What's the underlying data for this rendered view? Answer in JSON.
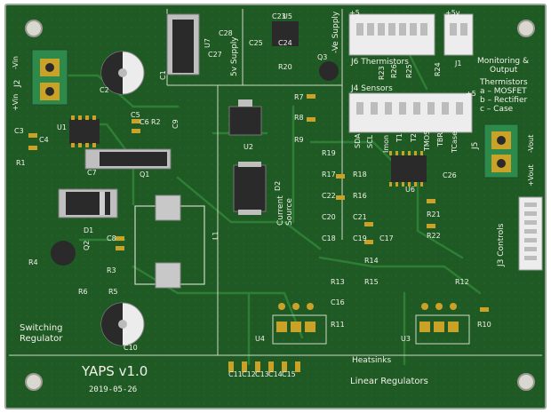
{
  "board": {
    "title": "YAPS v1.0",
    "date": "2019-05-26",
    "colors": {
      "pcb": "#1f5a24",
      "pcb_dark": "#184a1c",
      "silk": "#f2f2ea",
      "copper": "#c9a227",
      "edge": "#9aa89a",
      "background": "#ffffff"
    }
  },
  "sections": {
    "switching_regulator": "Switching\nRegulator",
    "linear_regulators": "Linear Regulators",
    "heatsinks": "Heatsinks",
    "current_source": "Current\nSource",
    "supply_5v": "5v Supply",
    "supply_neg": "-Ve Supply",
    "monitoring": "Monitoring &\nOutput\nThermistors\na – MOSFET\nb – Rectifier\nc – Case",
    "thermistors": "J6 Thermistors",
    "sensors": "J4 Sensors",
    "controls": "J3 Controls"
  },
  "connectors": {
    "j2": {
      "ref": "J2",
      "pin_pos": "+Vin",
      "pin_neg": "-Vin"
    },
    "j5": {
      "ref": "J5",
      "pin_pos": "+Vout",
      "pin_neg": "-Vout"
    },
    "j1": {
      "ref": "J1",
      "pin_label": "+5v"
    },
    "j6": {
      "pin_label": "+5"
    },
    "j4": {
      "ref": "J4",
      "pins": [
        "SDA",
        "SCL",
        "Imon",
        "T1",
        "T2",
        "TMOS",
        "TBR",
        "TCase"
      ]
    },
    "j4_side": "+5"
  },
  "designators": {
    "c": [
      "C1",
      "C2",
      "C3",
      "C4",
      "C5",
      "C6",
      "C7",
      "C8",
      "C9",
      "C10",
      "C11",
      "C12",
      "C13",
      "C14",
      "C15",
      "C16",
      "C17",
      "C18",
      "C19",
      "C20",
      "C21",
      "C22",
      "C23",
      "C24",
      "C25",
      "C26",
      "C27",
      "C28"
    ],
    "r": [
      "R1",
      "R2",
      "R3",
      "R4",
      "R5",
      "R6",
      "R7",
      "R8",
      "R9",
      "R10",
      "R11",
      "R12",
      "R13",
      "R14",
      "R15",
      "R16",
      "R17",
      "R18",
      "R19",
      "R20",
      "R21",
      "R22",
      "R23",
      "R24",
      "R25",
      "R26"
    ],
    "u": [
      "U1",
      "U2",
      "U3",
      "U4",
      "U5",
      "U6",
      "U7"
    ],
    "q": [
      "Q1",
      "Q2",
      "Q3"
    ],
    "d": [
      "D1",
      "D2"
    ],
    "l": [
      "L1"
    ]
  }
}
